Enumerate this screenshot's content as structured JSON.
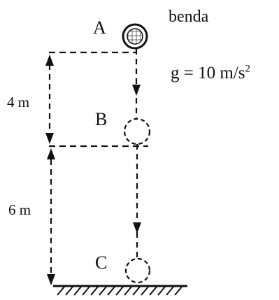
{
  "labels": {
    "point_a": "A",
    "point_b": "B",
    "point_c": "C",
    "object": "benda",
    "gravity_text": "g = 10 m/s",
    "gravity_exponent": "2",
    "height_ab": "4 m",
    "height_bc": "6 m"
  },
  "colors": {
    "ink": "#111111",
    "ball_fill": "#dddddd"
  }
}
